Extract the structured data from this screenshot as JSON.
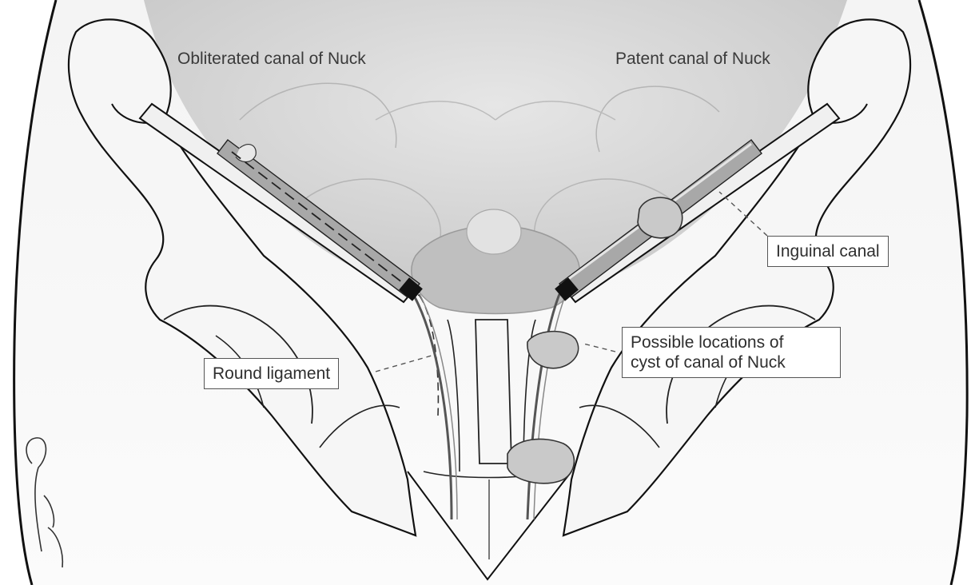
{
  "labels": {
    "obliterated": "Obliterated canal of Nuck",
    "patent": "Patent canal of Nuck",
    "inguinal_canal": "Inguinal canal",
    "round_ligament": "Round ligament",
    "possible_locations_line1": "Possible locations of",
    "possible_locations_line2": "cyst of canal of Nuck"
  },
  "colors": {
    "background": "#ffffff",
    "outline": "#1e1e1e",
    "bone_fill": "#f6f6f6",
    "pelvic_viscera": "#d6d6d6",
    "bladder": "#bdbdbd",
    "canal_fill": "#a8a8a8",
    "cyst_fill": "#c9c9c9",
    "label_text": "#3a3a3a"
  },
  "icons": {
    "signature": "artist-signature-icon"
  }
}
